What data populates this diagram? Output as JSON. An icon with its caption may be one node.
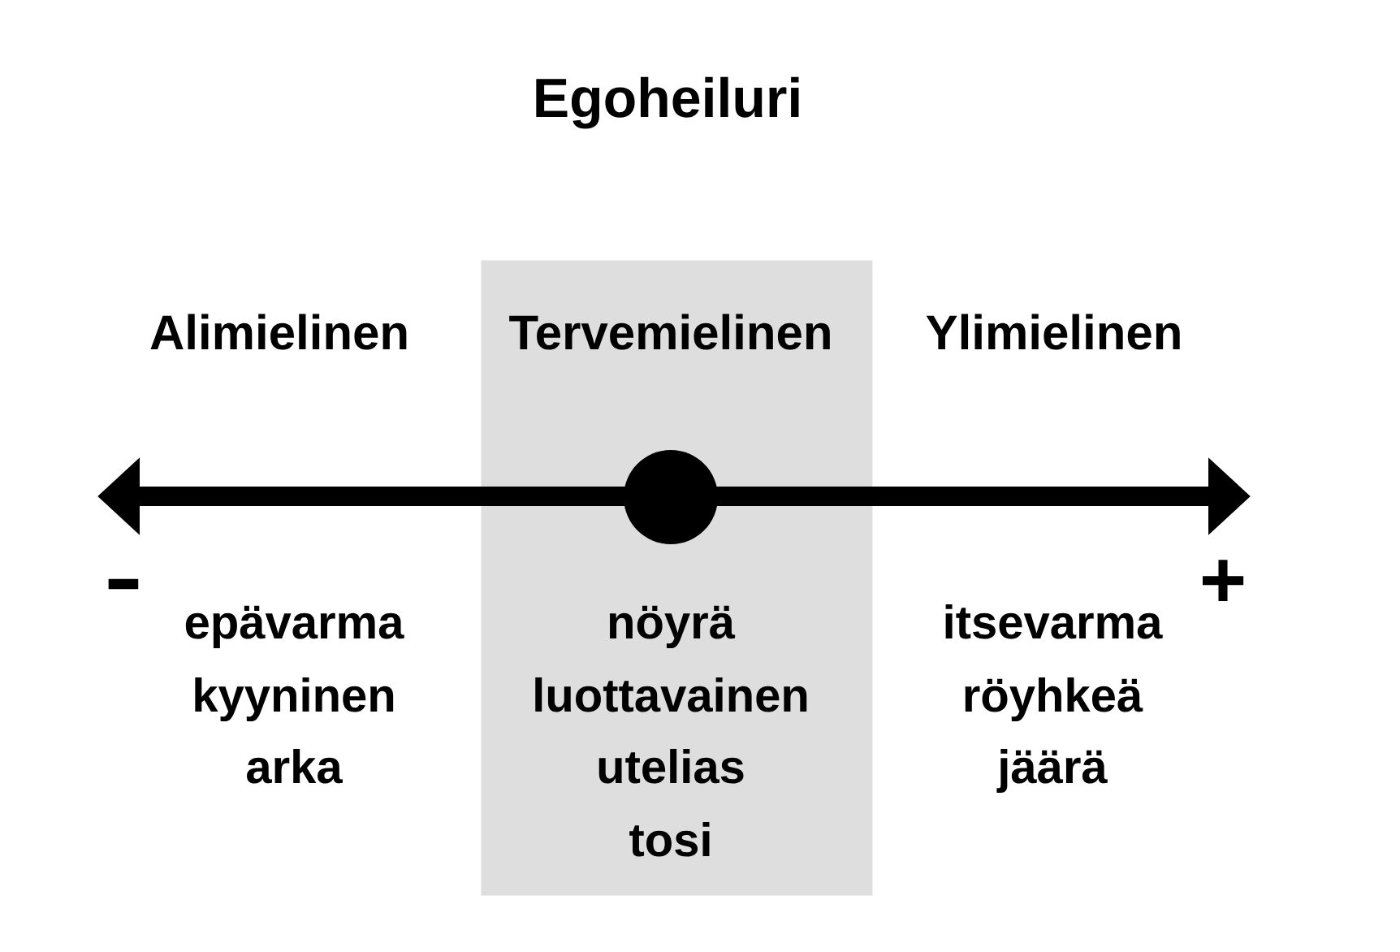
{
  "diagram": {
    "title": "Egoheiluri",
    "nodes": [
      {
        "text": [
          "Tervemielinen",
          "nöyrä",
          "luottavainen",
          "utelias",
          "tosi"
        ]
      },
      {
        "text": [],
        "shape": "circle",
        "in": 0
      }
    ],
    "labels": [
      "Alimielinen",
      "Ylimielinen",
      "-",
      "+",
      "epävarma",
      "kyyninen",
      "arka",
      "itsevarma",
      "röyhkeä",
      "jäärä"
    ]
  }
}
